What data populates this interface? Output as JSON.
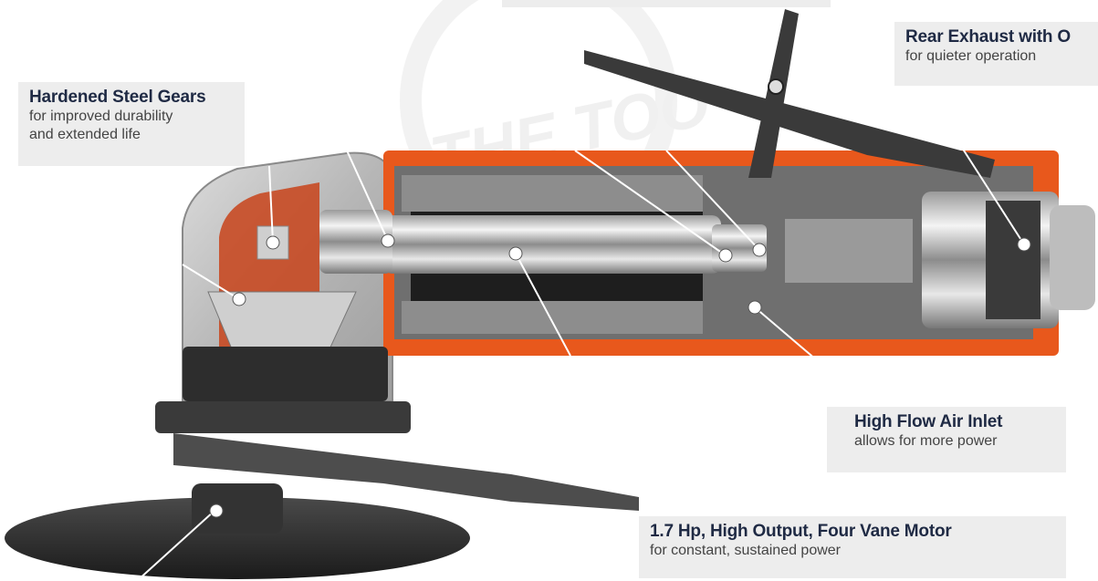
{
  "callouts": {
    "gears": {
      "title": "Hardened Steel Gears",
      "line1": "for improved durability",
      "line2": "and extended life"
    },
    "exhaust": {
      "title": "Rear Exhaust with O",
      "line1": "for quieter operation"
    },
    "inlet": {
      "title": "High Flow Air Inlet",
      "line1": "allows for more power"
    },
    "motor": {
      "title": "1.7 Hp, High Output, Four Vane Motor",
      "line1": "for constant, sustained power"
    }
  },
  "watermark": {
    "text": "THE TOO"
  },
  "colors": {
    "housing": "#e8581c",
    "steel": "#c9c9c9",
    "dark": "#2a2a2a",
    "callout_bg": "#ededed",
    "title": "#1f2a44"
  }
}
